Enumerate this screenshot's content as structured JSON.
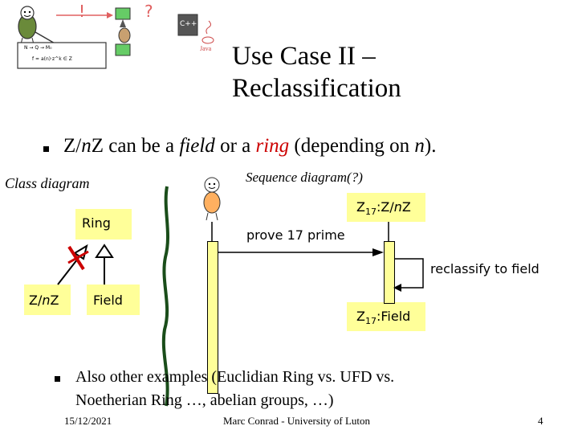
{
  "title": {
    "line1": "Use Case II –",
    "line2": "Reclassification"
  },
  "icons": {
    "exclaim": "!",
    "question": "?",
    "formula_line1": "N → Q → M₀",
    "formula_line2": "f = a(n)·z^k ∈ Z",
    "java_label": "Java",
    "c_label": "C++"
  },
  "bullet1": {
    "pre": "Z/",
    "n1": "n",
    "mid1": "Z can be a ",
    "field_word": "field",
    "mid2": " or a ",
    "ring_word": "ring",
    "mid3": " (depending on ",
    "n2": "n",
    "post": ")."
  },
  "class_diagram": {
    "heading": "Class diagram",
    "ring_box": "Ring",
    "zn_pre": "Z/",
    "zn_n": "n",
    "zn_post": "Z",
    "field_box": "Field"
  },
  "sequence_diagram": {
    "heading": "Sequence diagram(?)",
    "obj1_pre": "Z",
    "obj1_sub": "17",
    "obj1_mid": ":Z/",
    "obj1_n": "n",
    "obj1_post": "Z",
    "msg1": "prove 17 prime",
    "msg2": "reclassify to field",
    "obj2_pre": "Z",
    "obj2_sub": "17",
    "obj2_post": ":Field"
  },
  "bullet2": {
    "line1": "Also other examples (Euclidian Ring vs. UFD vs.",
    "line2": "Noetherian Ring …, abelian groups, …)"
  },
  "footer": {
    "date": "15/12/2021",
    "author": "Marc Conrad - University of Luton",
    "page": "4"
  },
  "colors": {
    "accent_red": "#cc0000",
    "box_fill": "#ffff99",
    "icon_green": "#66cc66",
    "arrow_red": "#e06060"
  }
}
